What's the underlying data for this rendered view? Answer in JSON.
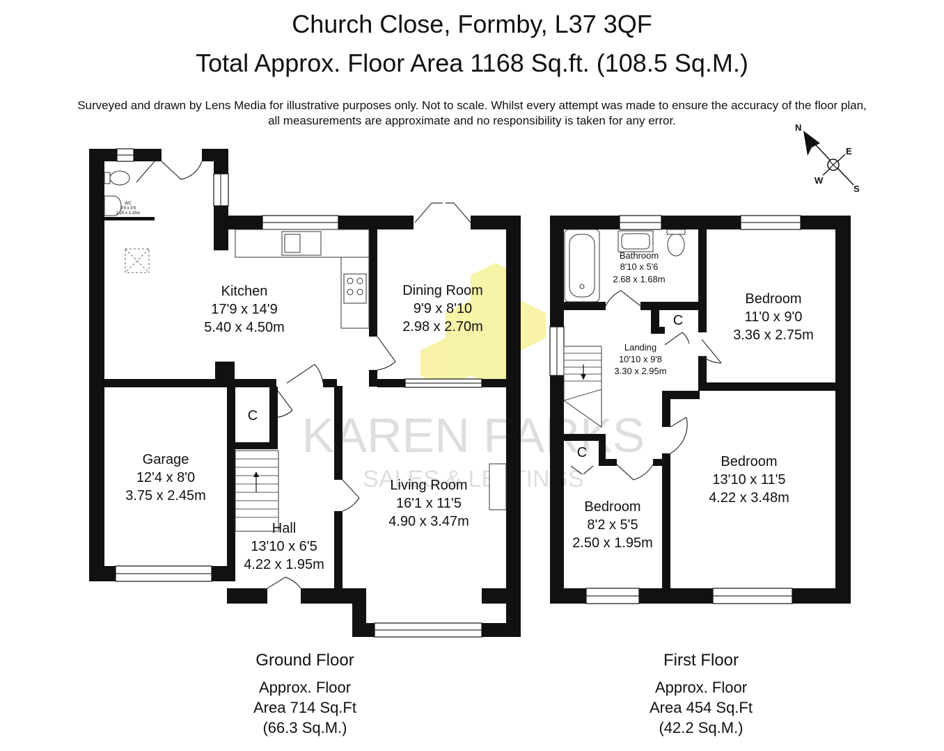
{
  "header": {
    "title_line1": "Church Close, Formby, L37 3QF",
    "title_line2": "Total Approx. Floor Area 1168 Sq.ft. (108.5 Sq.M.)",
    "disclaimer_line1": "Surveyed and drawn by Lens Media for illustrative purposes only. Not to scale. Whilst every attempt was made to ensure the accuracy of the floor plan,",
    "disclaimer_line2": "all measurements are approximate and no responsibility is taken for any error."
  },
  "compass": {
    "n": "N",
    "e": "E",
    "w": "W",
    "s": "S"
  },
  "watermark": {
    "line1": "KAREN PARKS",
    "line2": "SALES & LETTINGS",
    "accent_color": "#f5ef8a"
  },
  "ground_floor": {
    "name": "Ground Floor",
    "area_line1": "Approx. Floor",
    "area_line2": "Area 714 Sq.Ft",
    "area_line3": "(66.3 Sq.M.)",
    "rooms": {
      "wc": {
        "name": "WC",
        "imperial": "3'9 x 3'9",
        "metric": "1.25 x 1.15m"
      },
      "kitchen": {
        "name": "Kitchen",
        "imperial": "17'9 x 14'9",
        "metric": "5.40 x 4.50m"
      },
      "dining": {
        "name": "Dining Room",
        "imperial": "9'9 x 8'10",
        "metric": "2.98 x 2.70m"
      },
      "garage": {
        "name": "Garage",
        "imperial": "12'4 x 8'0",
        "metric": "3.75 x 2.45m"
      },
      "cupboard": {
        "name": "C"
      },
      "hall": {
        "name": "Hall",
        "imperial": "13'10 x 6'5",
        "metric": "4.22 x 1.95m"
      },
      "living": {
        "name": "Living Room",
        "imperial": "16'1 x 11'5",
        "metric": "4.90 x 3.47m"
      }
    }
  },
  "first_floor": {
    "name": "First Floor",
    "area_line1": "Approx. Floor",
    "area_line2": "Area 454 Sq.Ft",
    "area_line3": "(42.2 Sq.M.)",
    "rooms": {
      "bathroom": {
        "name": "Bathroom",
        "imperial": "8'10 x 5'6",
        "metric": "2.68 x 1.68m"
      },
      "bedroom_ne": {
        "name": "Bedroom",
        "imperial": "11'0 x 9'0",
        "metric": "3.36 x 2.75m"
      },
      "landing": {
        "name": "Landing",
        "imperial": "10'10 x 9'8",
        "metric": "3.30 x 2.95m"
      },
      "cupboard_landing": {
        "name": "C"
      },
      "cupboard_bedroom": {
        "name": "C"
      },
      "bedroom_se": {
        "name": "Bedroom",
        "imperial": "13'10 x 11'5",
        "metric": "4.22 x 3.48m"
      },
      "bedroom_sw": {
        "name": "Bedroom",
        "imperial": "8'2 x 5'5",
        "metric": "2.50 x 1.95m"
      }
    }
  }
}
